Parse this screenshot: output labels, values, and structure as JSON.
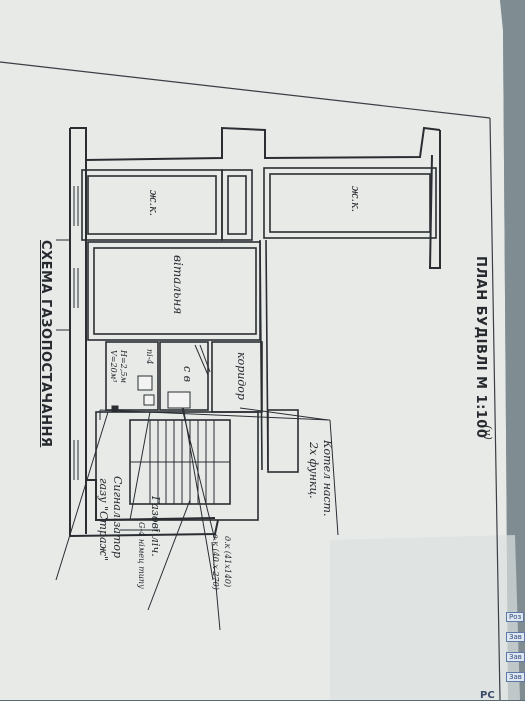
{
  "plan": {
    "title": "ПЛАН БУДІВЛІ М 1:100",
    "title_note": "(v)",
    "scheme_title": "СХЕМА ГАЗОПОСТАЧАННЯ"
  },
  "rooms": {
    "living_left": "ж.к.",
    "living_right": "ж.к.",
    "vitalnia": "вітальня",
    "korydor": "коридор",
    "sv": "с в",
    "pi4": "пі-4"
  },
  "annotations": {
    "height": "H=2,5м",
    "volume": "V=20м³",
    "boiler_line1": "Котел наст.",
    "boiler_line2": "2х функц.",
    "window_dims_1": "д.к (41х140)",
    "window_dims_2": "в.к (40 х 270)",
    "gas_device_line1": "Газові ліч.",
    "gas_device_line2": "G-4 німец типу",
    "signal_line1": "Сигналізатор",
    "signal_line2": "газу \"Страж\""
  },
  "edge_text": {
    "rc": "РС",
    "cells": [
      "Роз",
      "Зав",
      "Зав",
      "Зав"
    ]
  },
  "colors": {
    "paper": "#e9ebe9",
    "ink": "#2a2e33",
    "edge_blue": "#2d4a7c"
  }
}
